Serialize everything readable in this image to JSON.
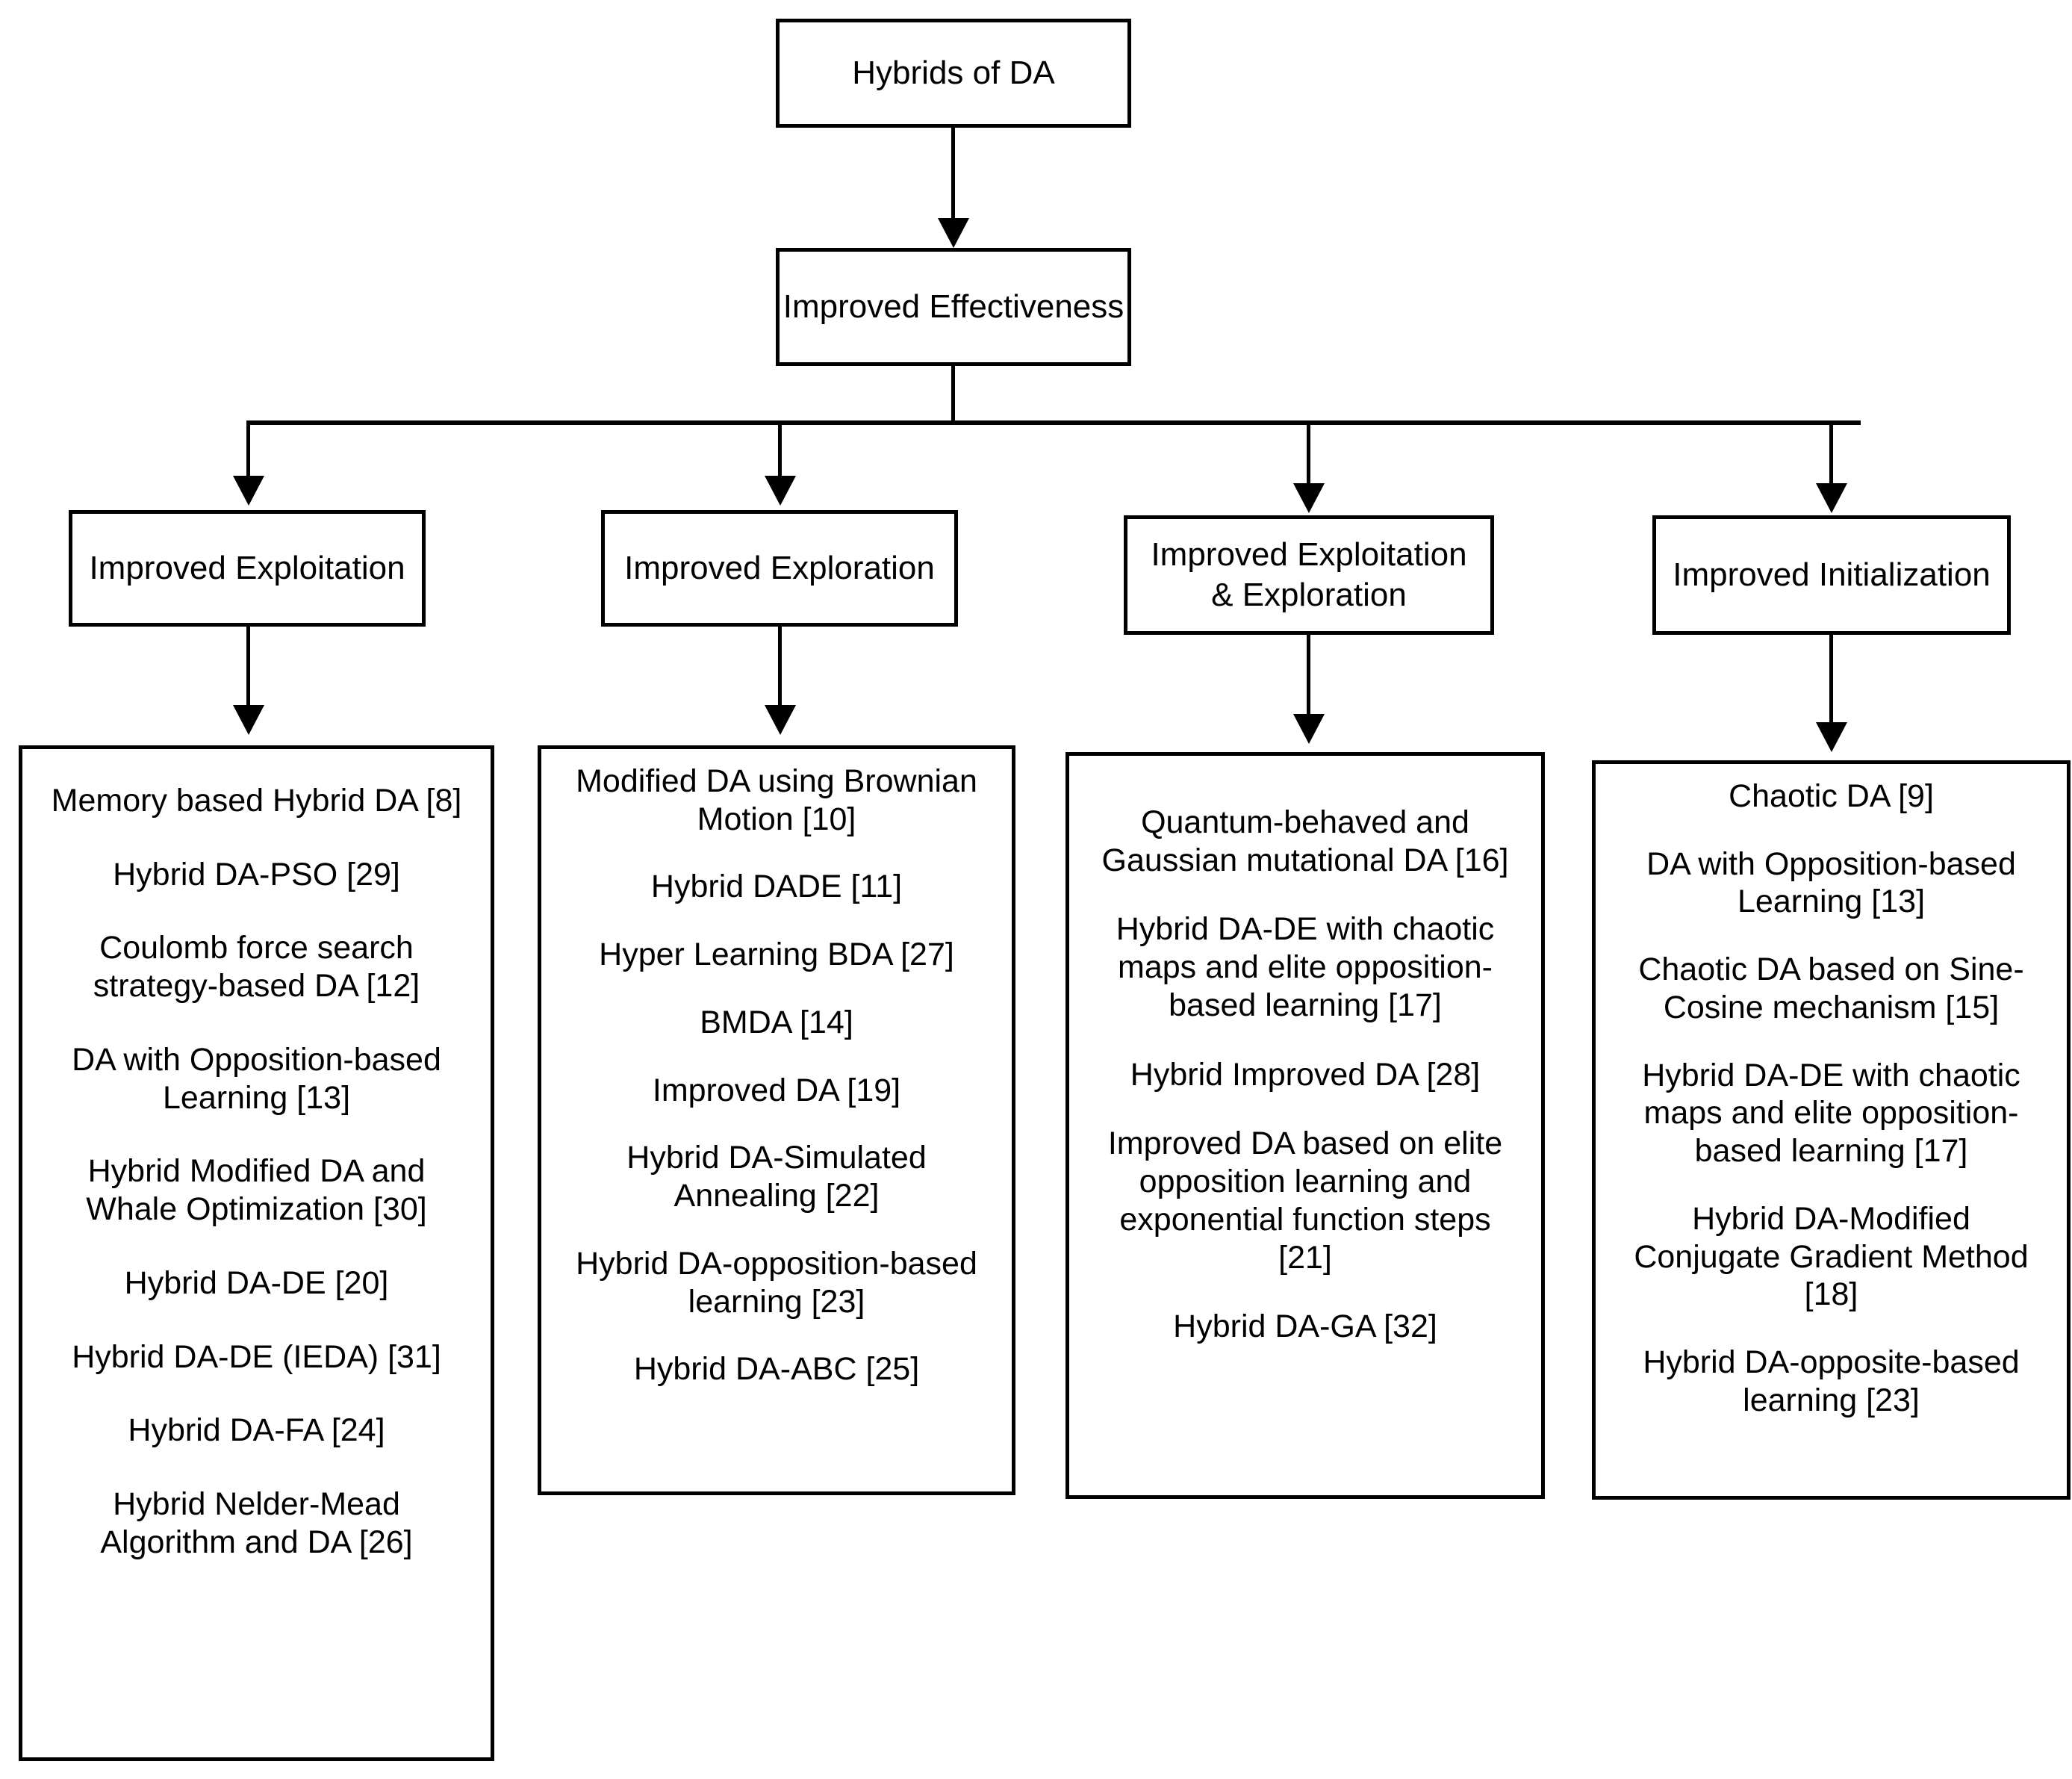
{
  "diagram": {
    "root": {
      "label": "Hybrids of DA"
    },
    "level2": {
      "label": "Improved Effectiveness"
    },
    "categories": [
      {
        "label": "Improved Exploitation"
      },
      {
        "label": "Improved Exploration"
      },
      {
        "label": "Improved Exploitation\n& Exploration"
      },
      {
        "label": "Improved Initialization"
      }
    ],
    "columns": [
      {
        "category": "Improved Exploitation",
        "items": [
          "Memory based Hybrid DA [8]",
          "Hybrid DA-PSO [29]",
          "Coulomb force search\nstrategy-based DA [12]",
          "DA with Opposition-based\nLearning [13]",
          "Hybrid Modified DA and\nWhale Optimization [30]",
          "Hybrid DA-DE [20]",
          "Hybrid DA-DE (IEDA) [31]",
          "Hybrid DA-FA [24]",
          "Hybrid Nelder-Mead\nAlgorithm and DA [26]"
        ]
      },
      {
        "category": "Improved Exploration",
        "items": [
          "Modified DA using Brownian\nMotion [10]",
          "Hybrid DADE [11]",
          "Hyper Learning BDA [27]",
          "BMDA [14]",
          "Improved DA [19]",
          "Hybrid DA-Simulated\nAnnealing [22]",
          "Hybrid DA-opposition-based\nlearning [23]",
          "Hybrid DA-ABC [25]"
        ]
      },
      {
        "category": "Improved Exploitation & Exploration",
        "items": [
          "Quantum-behaved and\nGaussian mutational DA [16]",
          "Hybrid DA-DE with chaotic\nmaps and elite opposition-\nbased learning [17]",
          "Hybrid Improved DA [28]",
          "Improved DA based on elite\nopposition learning and\nexponential function steps\n[21]",
          "Hybrid DA-GA [32]"
        ]
      },
      {
        "category": "Improved Initialization",
        "items": [
          "Chaotic DA [9]",
          "DA with Opposition-based\nLearning [13]",
          "Chaotic DA based on Sine-\nCosine mechanism [15]",
          "Hybrid DA-DE with chaotic\nmaps and elite opposition-\nbased learning [17]",
          "Hybrid DA-Modified\nConjugate Gradient Method\n[18]",
          "Hybrid DA-opposite-based\nlearning [23]"
        ]
      }
    ],
    "colors": {
      "stroke": "#000000",
      "background": "#ffffff",
      "text": "#000000"
    }
  }
}
